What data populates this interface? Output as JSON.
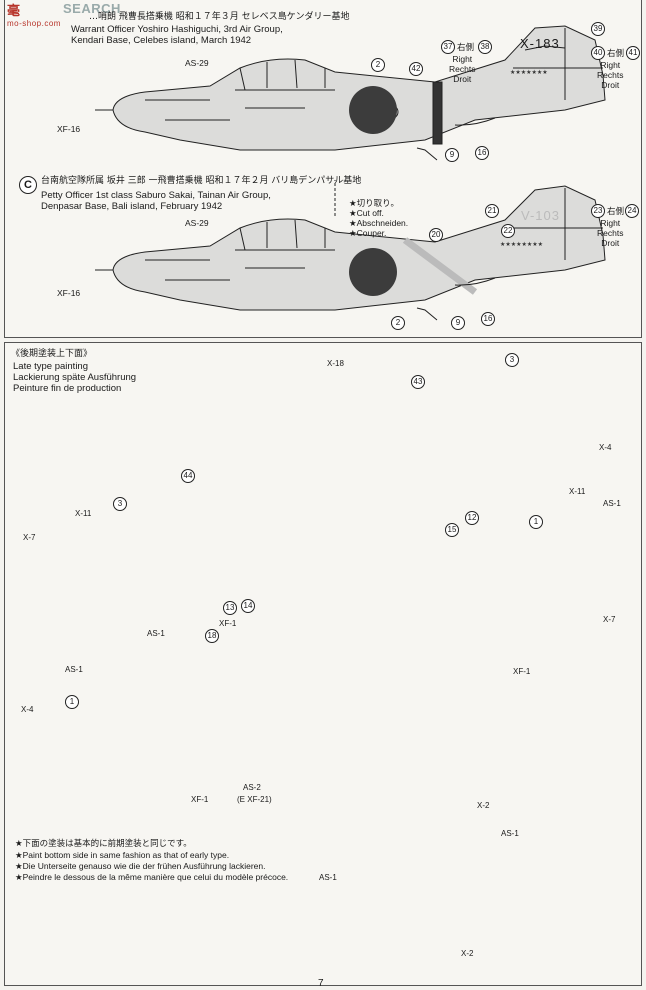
{
  "watermark": {
    "logo": "毫",
    "sub": "mo-shop.com",
    "site": "SEARCH"
  },
  "profile_b": {
    "jp": "…哨朗 飛曹長搭乗機 昭和１７年３月 セレベス島ケンダリー基地",
    "en1": "Warrant Officer Yoshiro Hashiguchi, 3rd Air Group,",
    "en2": "Kendari Base, Celebes island, March 1942",
    "tail_code": "X-183"
  },
  "profile_c": {
    "letter": "C",
    "jp": "台南航空隊所属 坂井 三郎 一飛曹搭乗機 昭和１７年２月 バリ島デンパサル基地",
    "en1": "Petty Officer 1st class Saburo Sakai, Tainan Air Group,",
    "en2": "Denpasar Base, Bali island, February 1942",
    "tail_code": "V-103"
  },
  "cut_off": {
    "jp": "★切り取り。",
    "en": "★Cut off.",
    "de": "★Abschneiden.",
    "fr": "★Couper."
  },
  "side_labels": {
    "jp": "右側",
    "en": "Right",
    "de": "Rechts",
    "fr": "Droit"
  },
  "markings": {
    "as29": "AS-29",
    "xf16": "XF-16",
    "x18": "X-18",
    "x4": "X-4",
    "x7": "X-7",
    "x11": "X-11",
    "as1": "AS-1",
    "xf1": "XF-1",
    "as2": "AS-2",
    "xf21": "XF-21",
    "x2": "X-2",
    "e": "E"
  },
  "nums": {
    "n2": "2",
    "n3": "3",
    "n1": "1",
    "n9": "9",
    "n12": "12",
    "n13": "13",
    "n14": "14",
    "n15": "15",
    "n16": "16",
    "n18": "18",
    "n20": "20",
    "n21": "21",
    "n22": "22",
    "n23": "23",
    "n24": "24",
    "n37": "37",
    "n38": "38",
    "n39": "39",
    "n40": "40",
    "n41": "41",
    "n42": "42",
    "n43": "43",
    "n44": "44"
  },
  "late": {
    "jp": "《後期塗装上下面》",
    "en": "Late type painting",
    "de": "Lackierung späte Ausführung",
    "fr": "Peinture fin de production"
  },
  "notes": {
    "jp": "★下面の塗装は基本的に前期塗装と同じです。",
    "en": "★Paint bottom side in same fashion as that of early type.",
    "de": "★Die Unterseite genauso wie die der frühen Ausführung lackieren.",
    "fr": "★Peindre le dessous de la même manière que celui du modèle précoce."
  },
  "page_number": "7",
  "colors": {
    "hinomaru": "#3c3c3c",
    "body": "#d8d8d6",
    "line": "#222222"
  }
}
